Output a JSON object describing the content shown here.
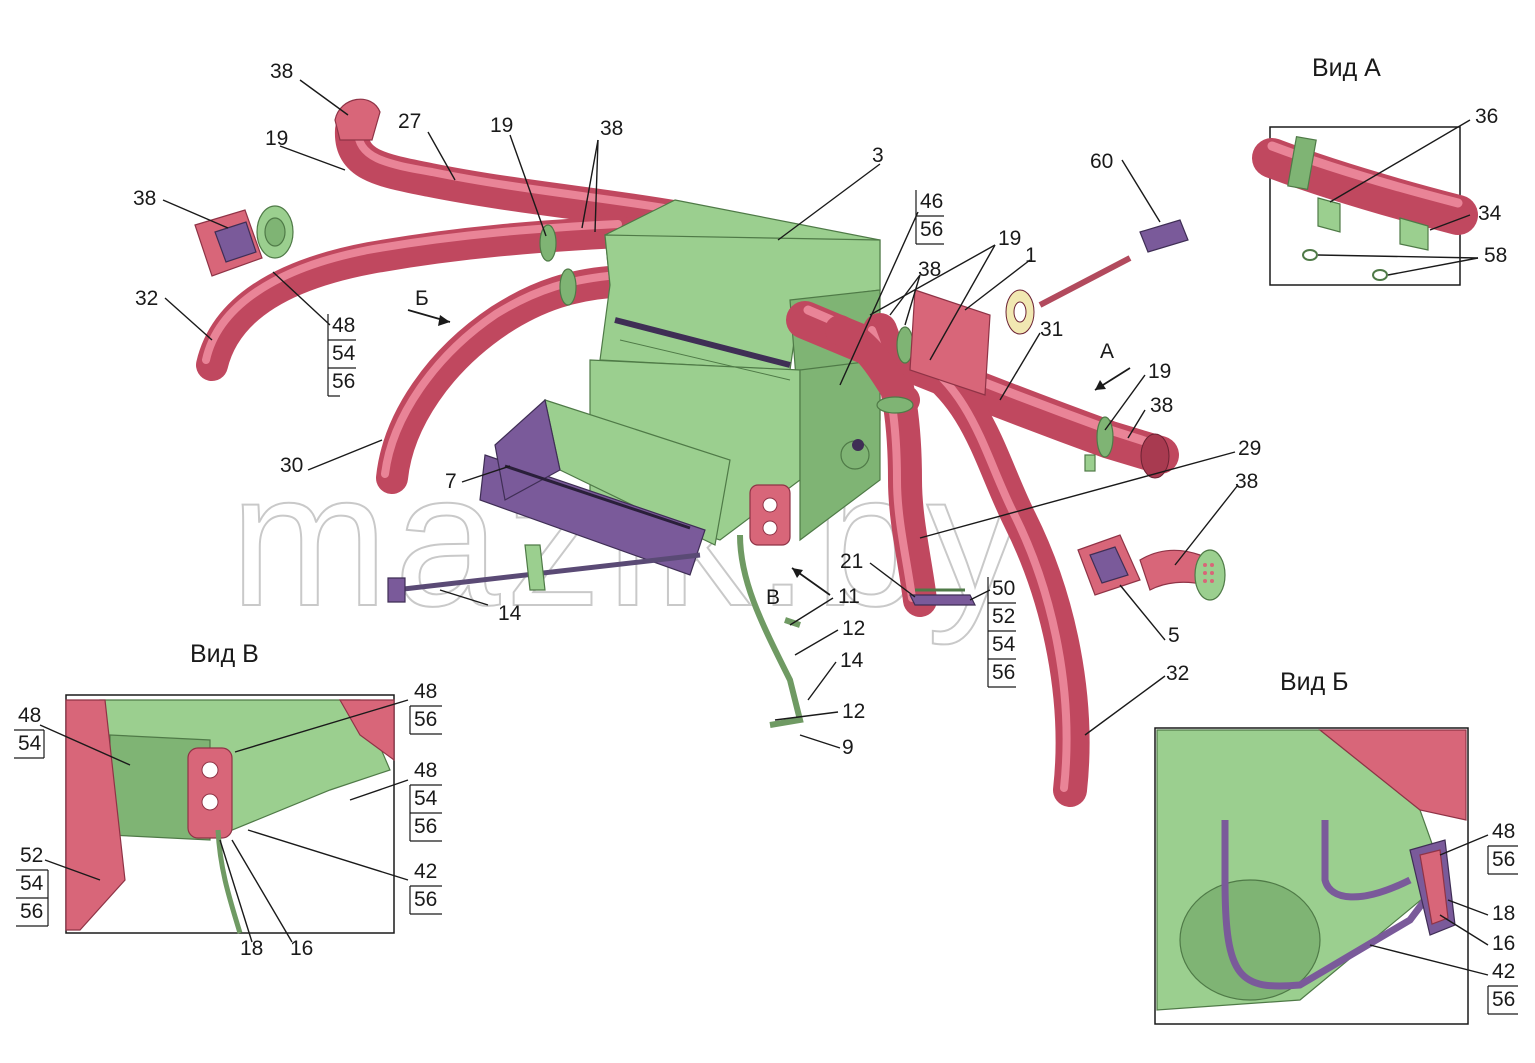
{
  "watermark": "mazik.by",
  "view_titles": {
    "view_a": "Вид А",
    "view_b": "Вид Б",
    "view_v": "Вид В"
  },
  "direction_letters": {
    "a": "А",
    "b": "Б",
    "v": "В"
  },
  "callouts": {
    "c38_top": "38",
    "c27": "27",
    "c19_left": "19",
    "c19_mid": "19",
    "c38_mid": "38",
    "c3": "3",
    "c38_leftbox": "38",
    "c32_left": "32",
    "c48_stack_left": [
      "48",
      "54",
      "56"
    ],
    "c30": "30",
    "c7": "7",
    "c14_rod": "14",
    "c60": "60",
    "c46_stack": [
      "46",
      "56"
    ],
    "c19_right": "19",
    "c1": "1",
    "c38_right": "38",
    "c31": "31",
    "c19_far": "19",
    "c38_far": "38",
    "c29": "29",
    "c38_outlet": "38",
    "c21": "21",
    "c50_stack": [
      "50",
      "52",
      "54",
      "56"
    ],
    "c5": "5",
    "c32_right": "32",
    "c11": "11",
    "c12_a": "12",
    "c14_b": "14",
    "c12_b": "12",
    "c9": "9"
  },
  "view_a_callouts": {
    "c36": "36",
    "c34": "34",
    "c58": "58"
  },
  "view_v_callouts": {
    "c48_54": [
      "48",
      "54"
    ],
    "c48_56": [
      "48",
      "56"
    ],
    "c48_54_56": [
      "48",
      "54",
      "56"
    ],
    "c52_54_56": [
      "52",
      "54",
      "56"
    ],
    "c42_56": [
      "42",
      "56"
    ],
    "c18": "18",
    "c16": "16"
  },
  "view_b_callouts": {
    "c48_56": [
      "48",
      "56"
    ],
    "c18": "18",
    "c16": "16",
    "c42_56": [
      "42",
      "56"
    ]
  },
  "colors": {
    "hose": "#c0485f",
    "body_green": "#9bcf8f",
    "bracket_purple": "#7a5a9a"
  }
}
